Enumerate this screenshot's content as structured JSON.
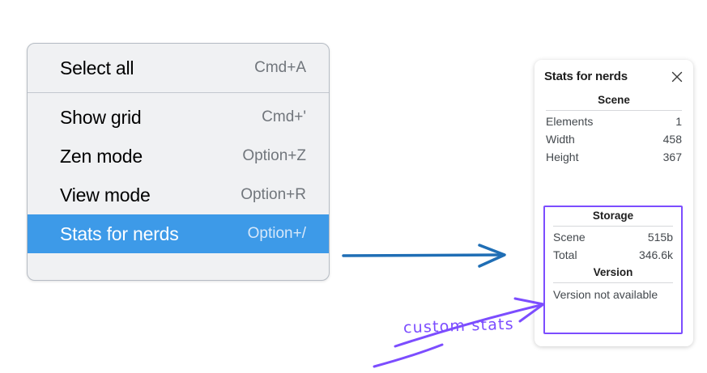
{
  "menu": {
    "groups": [
      {
        "items": [
          {
            "label": "Select all",
            "shortcut": "Cmd+A",
            "selected": false
          }
        ]
      },
      {
        "items": [
          {
            "label": "Show grid",
            "shortcut": "Cmd+'",
            "selected": false
          },
          {
            "label": "Zen mode",
            "shortcut": "Option+Z",
            "selected": false
          },
          {
            "label": "View mode",
            "shortcut": "Option+R",
            "selected": false
          },
          {
            "label": "Stats for nerds",
            "shortcut": "Option+/",
            "selected": true
          }
        ]
      }
    ],
    "highlight_color": "#3d9ae8"
  },
  "stats_panel": {
    "title": "Stats for nerds",
    "close_icon": "close-icon",
    "sections": [
      {
        "heading": "Scene",
        "rows": [
          {
            "key": "Elements",
            "value": "1"
          },
          {
            "key": "Width",
            "value": "458"
          },
          {
            "key": "Height",
            "value": "367"
          }
        ]
      },
      {
        "heading": "Storage",
        "rows": [
          {
            "key": "Scene",
            "value": "515b"
          },
          {
            "key": "Total",
            "value": "346.6k"
          }
        ]
      },
      {
        "heading": "Version",
        "full_rows": [
          "Version not available"
        ]
      }
    ]
  },
  "annotations": {
    "custom_stats_label": "custom stats",
    "highlight_color": "#7c4dff",
    "arrow_color": "#1f6eb5"
  }
}
